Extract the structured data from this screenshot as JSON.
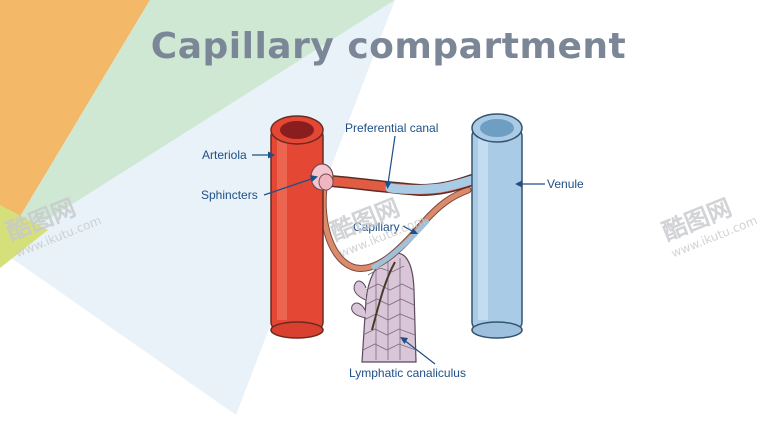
{
  "slide": {
    "title": "Capillary compartment",
    "colors": {
      "title": "#7b8797",
      "label": "#1f4f86",
      "artery": "#e54735",
      "vein": "#a9cbe6",
      "lymph": "#d9c7d9"
    }
  },
  "diagram": {
    "labels": {
      "arteriola": "Arteriola",
      "sphincters": "Sphincters",
      "preferential_canal": "Preferential canal",
      "capillary": "Capillary",
      "venule": "Venule",
      "lymphatic_canaliculus": "Lymphatic canaliculus"
    }
  },
  "watermarks": [
    {
      "brand": "酷图网",
      "url": "www.ikutu.com"
    },
    {
      "brand": "酷图网",
      "url": "www.ikutu.com"
    },
    {
      "brand": "酷图网",
      "url": "www.ikutu.com"
    }
  ]
}
